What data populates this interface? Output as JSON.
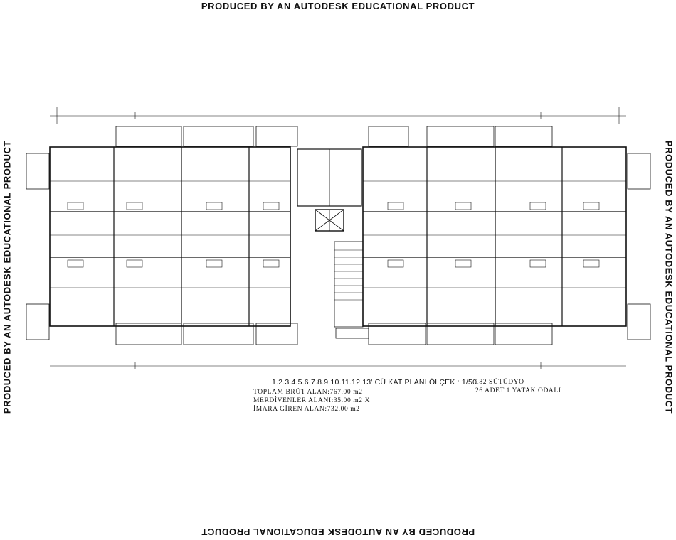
{
  "watermark": {
    "top": "PRODUCED BY AN AUTODESK EDUCATIONAL PRODUCT",
    "bottom": "PRODUCED BY AN AUTODESK EDUCATIONAL PRODUCT",
    "left": "PRODUCED BY AN AUTODESK EDUCATIONAL PRODUCT",
    "right": "PRODUCED BY AN AUTODESK EDUCATIONAL PRODUCT"
  },
  "drawing": {
    "title": "1.2.3.4.5.6.7.8.9.10.11.12.13' CÜ KAT PLANI ÖLÇEK : 1/50",
    "stats": [
      "TOPLAM  BRÜT  ALAN:767.00 m2",
      "MERDİVENLER ALANI:35.00 m2 X",
      "İMARA GİREN  ALAN:732.00 m2"
    ],
    "units": [
      "182 SÜTÜDYO",
      "26  ADET  1  YATAK  ODALI"
    ]
  },
  "colors": {
    "ink": "#111111",
    "paper": "#ffffff"
  }
}
